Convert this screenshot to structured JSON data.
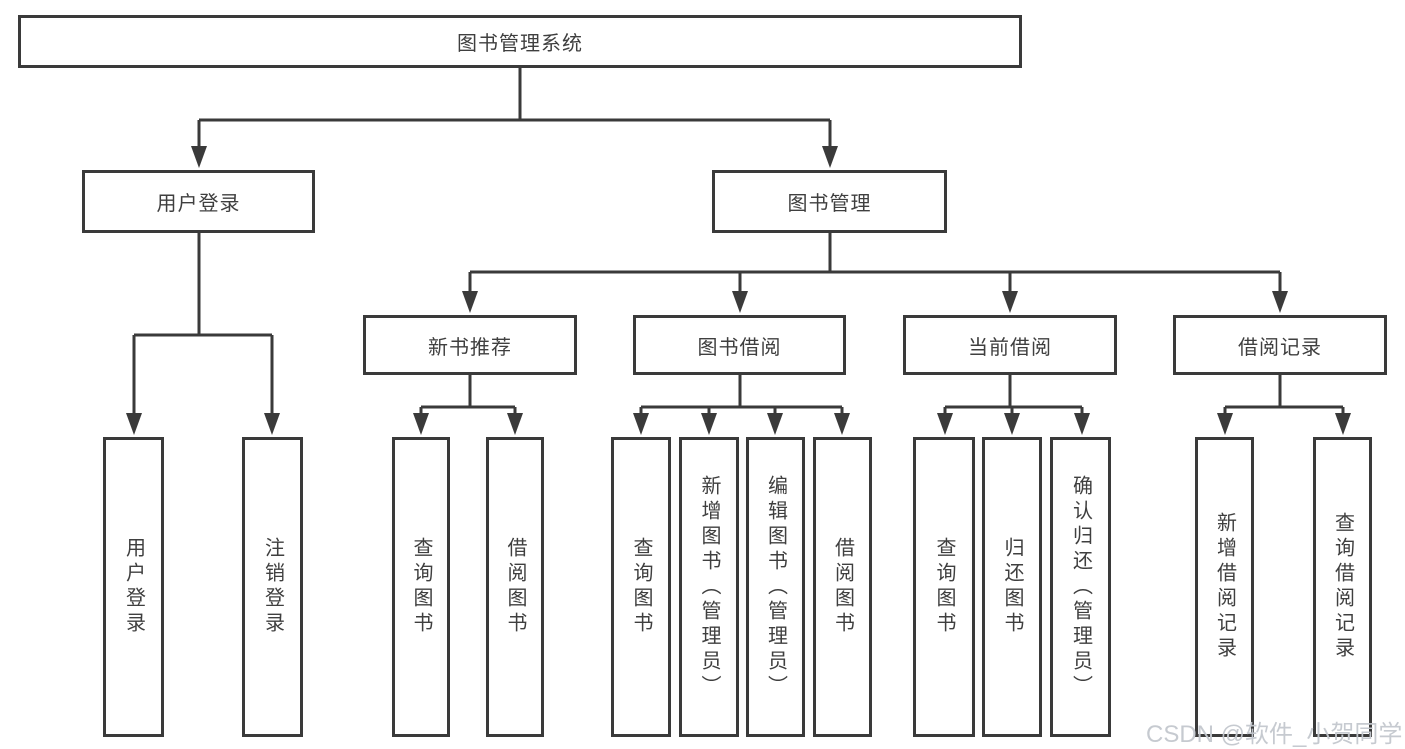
{
  "diagram": {
    "type": "hierarchy-tree",
    "orientation": "top-down",
    "tree": {
      "label": "图书管理系统",
      "children": [
        {
          "label": "用户登录",
          "children": [
            {
              "label": "用户登录"
            },
            {
              "label": "注销登录"
            }
          ]
        },
        {
          "label": "图书管理",
          "children": [
            {
              "label": "新书推荐",
              "children": [
                {
                  "label": "查询图书"
                },
                {
                  "label": "借阅图书"
                }
              ]
            },
            {
              "label": "图书借阅",
              "children": [
                {
                  "label": "查询图书"
                },
                {
                  "label": "新增图书（管理员）"
                },
                {
                  "label": "编辑图书（管理员）"
                },
                {
                  "label": "借阅图书"
                }
              ]
            },
            {
              "label": "当前借阅",
              "children": [
                {
                  "label": "查询图书"
                },
                {
                  "label": "归还图书"
                },
                {
                  "label": "确认归还（管理员）"
                }
              ]
            },
            {
              "label": "借阅记录",
              "children": [
                {
                  "label": "新增借阅记录"
                },
                {
                  "label": "查询借阅记录"
                }
              ]
            }
          ]
        }
      ]
    }
  },
  "watermark": "CSDN @软件_小贺同学",
  "colors": {
    "line": "#3a3a3a",
    "box_border": "#3a3a3a",
    "text": "#3f3f3f",
    "background": "#ffffff",
    "watermark": "#c3c7cd"
  }
}
